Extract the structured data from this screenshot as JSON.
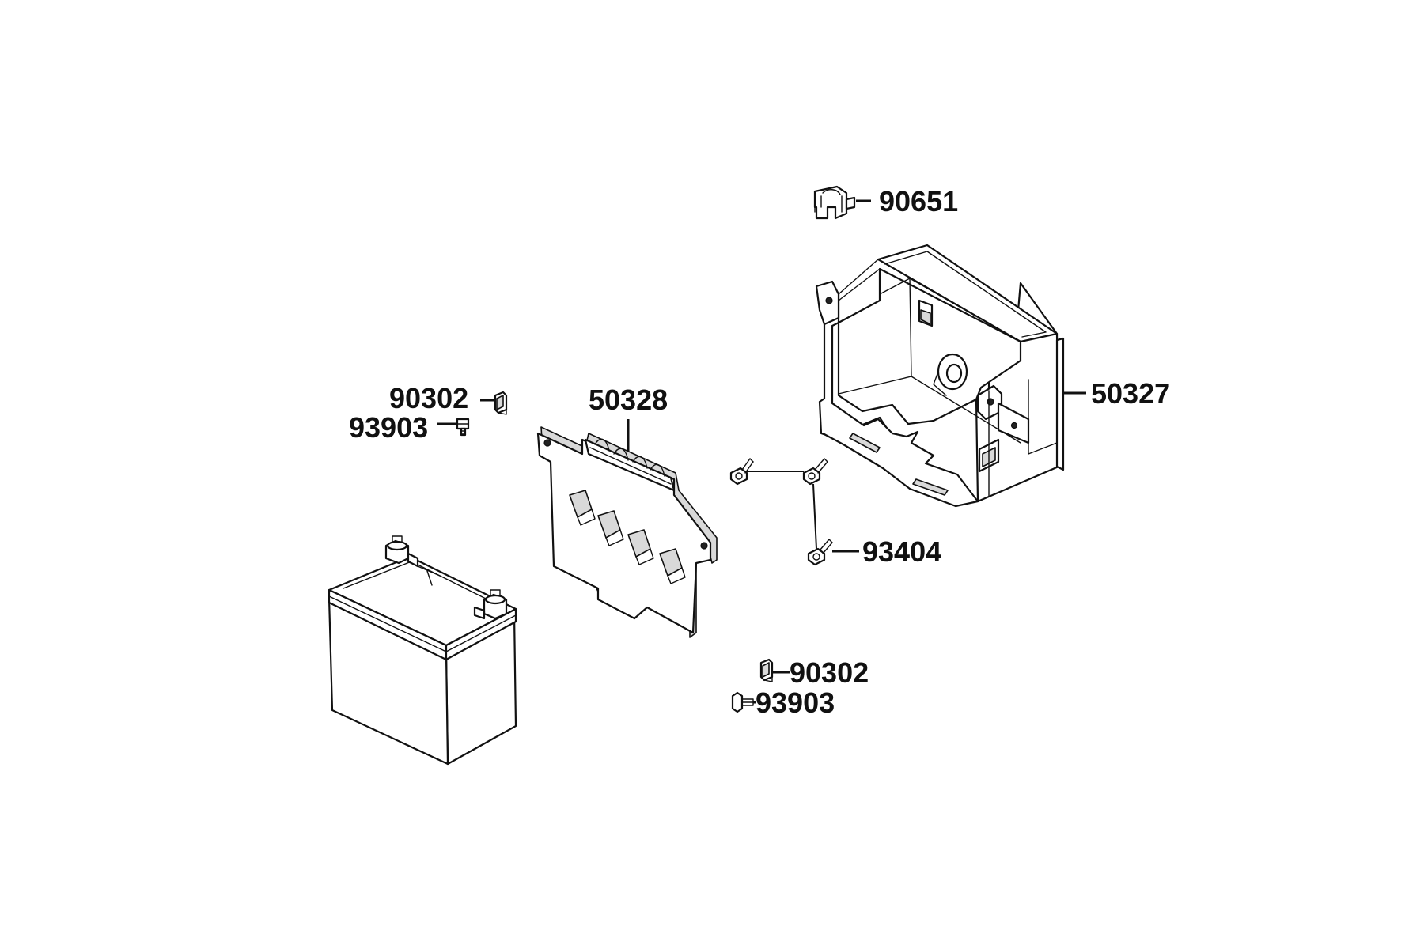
{
  "diagram": {
    "background": "#ffffff",
    "line_color": "#111111",
    "labels": {
      "clip": "90651",
      "battery_box": "50327",
      "battery_plate": "50328",
      "nut_upper": "90302",
      "screw_upper": "93903",
      "bolt": "93404",
      "nut_lower": "90302",
      "screw_lower": "93903"
    },
    "parts": [
      {
        "name": "clip",
        "icon": "clip-icon"
      },
      {
        "name": "battery-box",
        "icon": "battery-box-icon"
      },
      {
        "name": "battery-plate",
        "icon": "plate-icon"
      },
      {
        "name": "bolts",
        "icon": "bolt-icon"
      },
      {
        "name": "battery",
        "icon": "battery-icon"
      },
      {
        "name": "nuts",
        "icon": "nut-icon"
      },
      {
        "name": "screws",
        "icon": "screw-icon"
      }
    ]
  }
}
